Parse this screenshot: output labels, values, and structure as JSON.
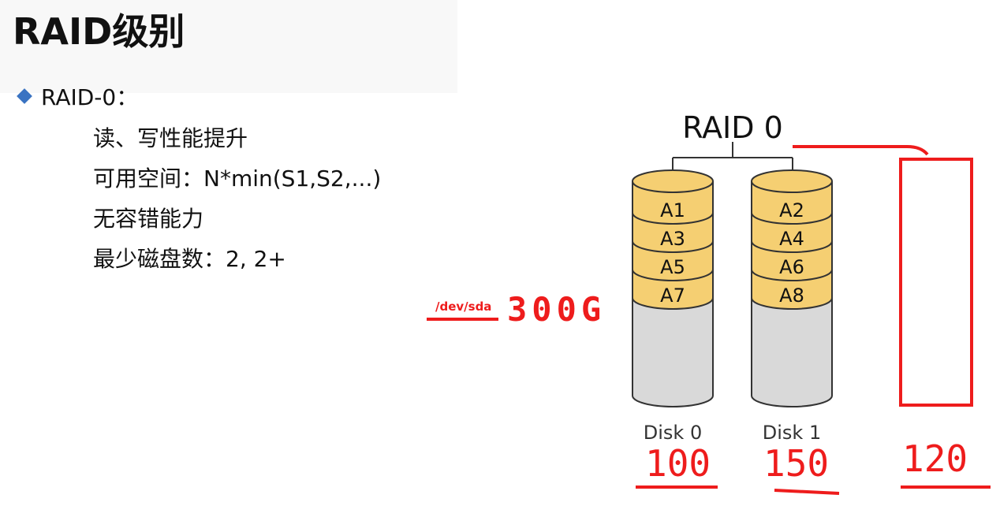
{
  "slide": {
    "title": "RAID级别",
    "bullet": "RAID-0：",
    "points": [
      "读、写性能提升",
      "可用空间：N*min(S1,S2,...)",
      "无容错能力",
      "最少磁盘数：2, 2+"
    ]
  },
  "diagram": {
    "title": "RAID 0",
    "disks": [
      {
        "label": "Disk 0",
        "blocks": [
          "A1",
          "A3",
          "A5",
          "A7"
        ]
      },
      {
        "label": "Disk 1",
        "blocks": [
          "A2",
          "A4",
          "A6",
          "A8"
        ]
      }
    ],
    "colors": {
      "block_fill": "#f5cf72",
      "empty_fill": "#d9d9d9",
      "stroke": "#333333",
      "annotation": "#ee1c1c",
      "bullet": "#3a73c2"
    }
  },
  "annotations": {
    "device": "/dev/sda",
    "device_size": "300G",
    "disk_sizes": [
      "100",
      "150",
      "120"
    ]
  }
}
